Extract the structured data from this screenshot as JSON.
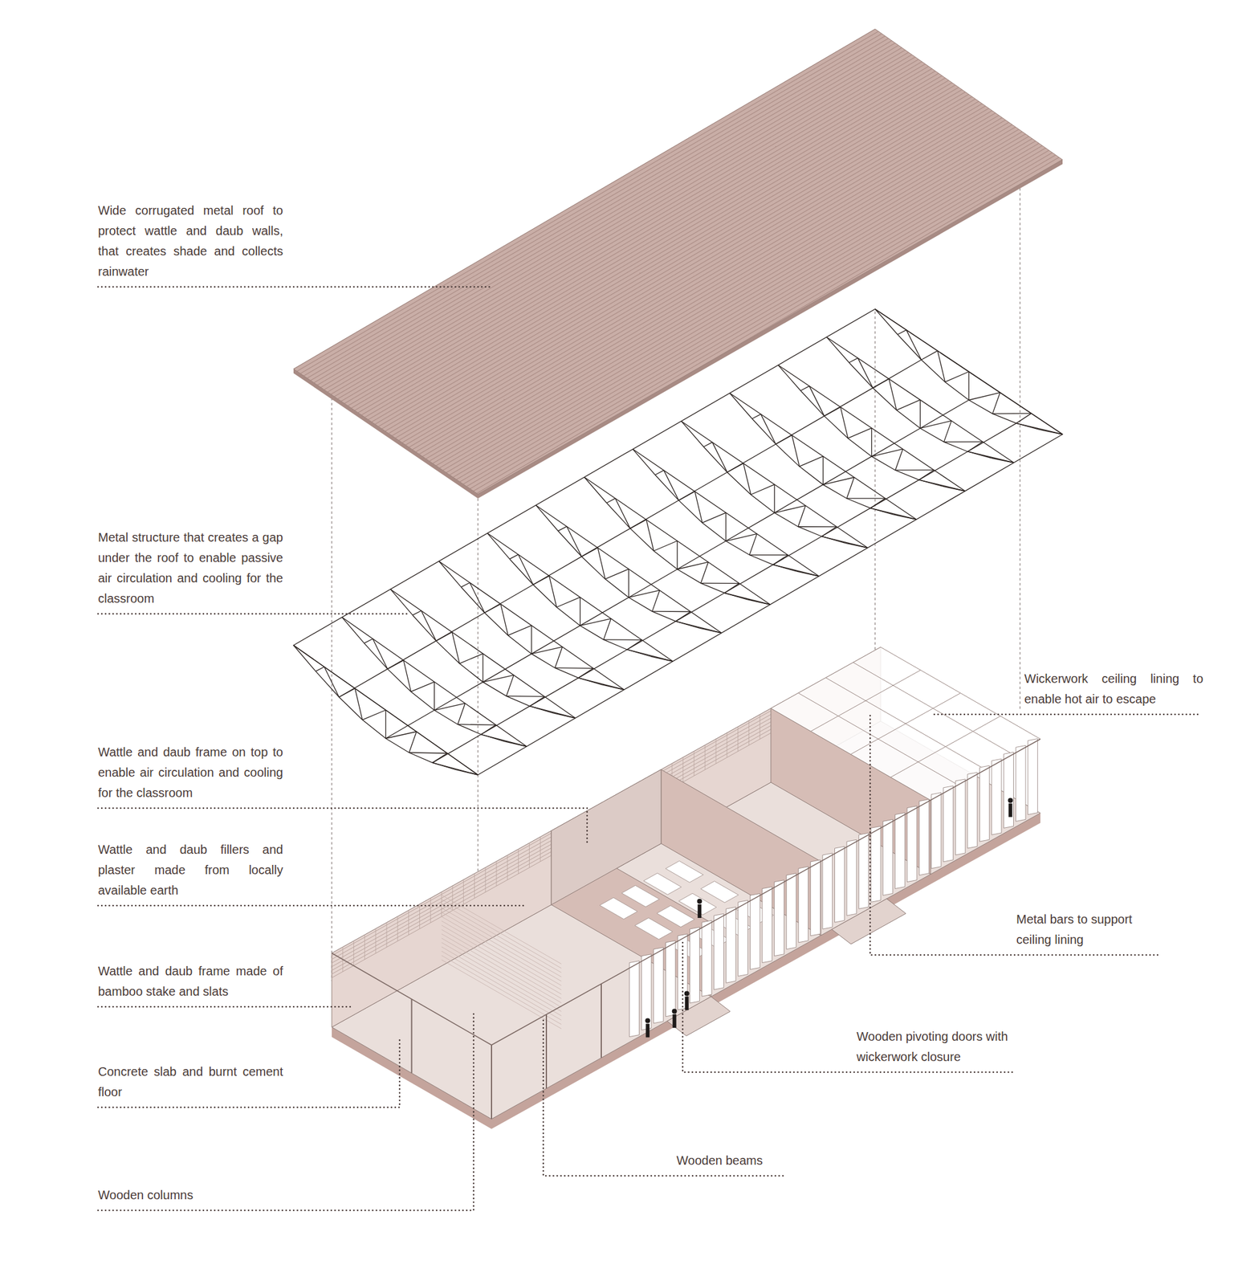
{
  "diagram": {
    "labels": [
      "Wide corrugated metal roof to protect wattle and daub walls, that creates shade and collects rainwater",
      "Metal structure that creates a gap under the roof to enable passive air circulation and cooling for the classroom",
      "Wickerwork ceiling lining to enable hot air to escape",
      "Wattle and daub frame on top to enable air circulation and cooling for the classroom",
      "Wattle and daub fillers and plaster made from locally available earth",
      "Metal bars to support ceiling lining",
      "Wattle and daub frame made of bamboo stake and slats",
      "Wooden pivoting doors with wickerwork closure",
      "Concrete slab and burnt cement floor",
      "Wooden beams",
      "Wooden columns"
    ]
  }
}
